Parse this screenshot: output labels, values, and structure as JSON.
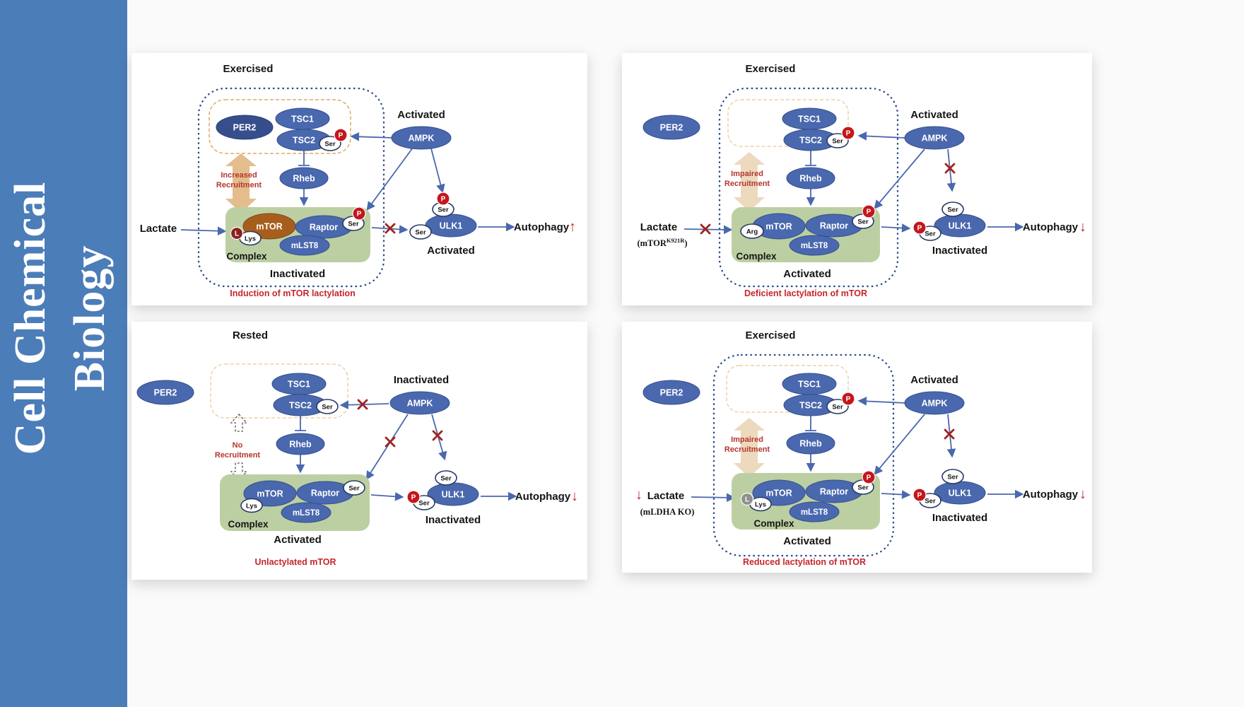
{
  "journal": {
    "line1": "Cell Chemical",
    "line2": "Biology"
  },
  "colors": {
    "sidebar_blue": "#4b7db8",
    "node_blue": "#4a68ae",
    "per2_dark_blue": "#364f8c",
    "mtor_brown": "#a75e1d",
    "complex_green": "#bccfa2",
    "phospho_red": "#c4161c",
    "lactyl_red": "#8e1f1f",
    "lactyl_gray": "#8f8f8f",
    "caption_red": "#c5262b",
    "arrow_blue": "#4a68ae",
    "recruit_tan": "#e4bd8d"
  },
  "glyphs": {
    "p": "P",
    "l": "L",
    "ser": "Ser",
    "lys": "Lys",
    "arg": "Arg"
  },
  "proteins": {
    "per2": "PER2",
    "tsc1": "TSC1",
    "tsc2": "TSC2",
    "ampk": "AMPK",
    "rheb": "Rheb",
    "mtor": "mTOR",
    "raptor": "Raptor",
    "mlst8": "mLST8",
    "ulk1": "ULK1"
  },
  "labels": {
    "complex": "Complex",
    "lactate": "Lactate",
    "autophagy": "Autophagy"
  },
  "panels": {
    "p1": {
      "title": "Exercised",
      "ampk_state": "Activated",
      "recruit1": "Increased",
      "recruit2": "Recruitment",
      "complex_state": "Inactivated",
      "ulk1_state": "Activated",
      "autophagy_arrow": "↑",
      "caption": "Induction of mTOR lactylation"
    },
    "p2": {
      "title": "Exercised",
      "ampk_state": "Activated",
      "recruit1": "Impaired",
      "recruit2": "Recruitment",
      "complex_state": "Activated",
      "ulk1_state": "Inactivated",
      "autophagy_arrow": "↓",
      "caption": "Deficient lactylation of mTOR",
      "variant_pre": "(mTOR",
      "variant_sup": "K921R",
      "variant_post": ")"
    },
    "p3": {
      "title": "Rested",
      "ampk_state": "Inactivated",
      "recruit1": "No",
      "recruit2": "Recruitment",
      "complex_state": "Activated",
      "ulk1_state": "Inactivated",
      "autophagy_arrow": "↓",
      "caption": "Unlactylated mTOR"
    },
    "p4": {
      "title": "Exercised",
      "ampk_state": "Activated",
      "recruit1": "Impaired",
      "recruit2": "Recruitment",
      "complex_state": "Activated",
      "ulk1_state": "Inactivated",
      "autophagy_arrow": "↓",
      "caption": "Reduced lactylation of mTOR",
      "lactate_prefix": "↓",
      "variant": "(mLDHA KO)"
    }
  }
}
